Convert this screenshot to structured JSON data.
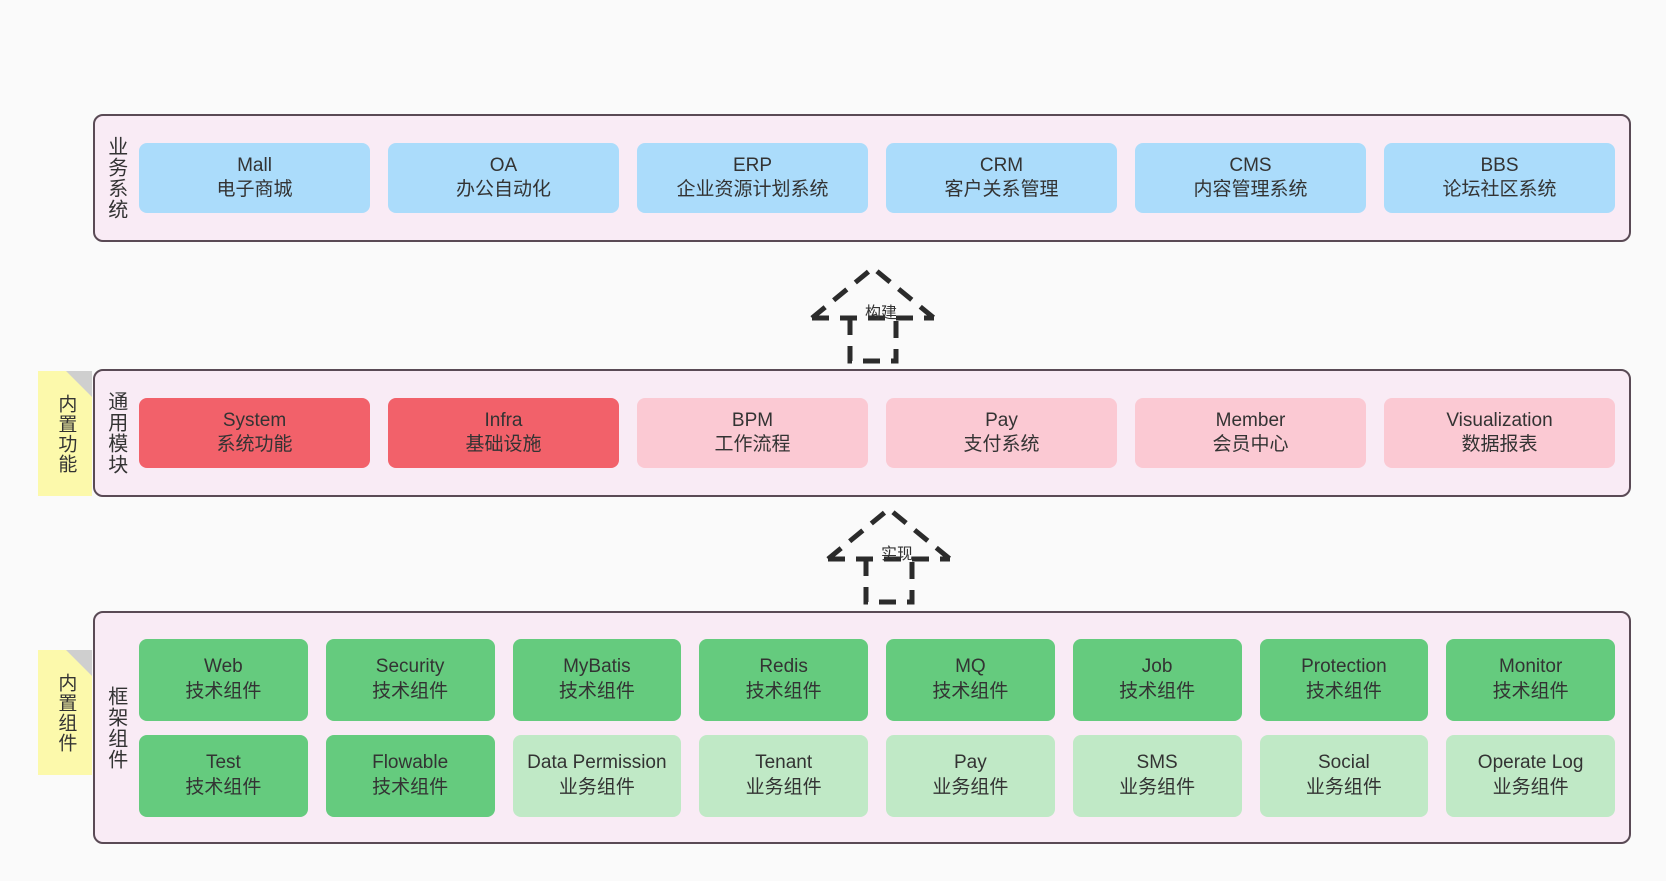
{
  "diagram": {
    "background_color": "#fafafa",
    "panel_color": "#f9ebf5",
    "panel_border_color": "#5a4a55",
    "note_color": "#fcf9ab"
  },
  "notes": [
    {
      "id": "builtin-functions",
      "label": "内置功能"
    },
    {
      "id": "builtin-components",
      "label": "内置组件"
    }
  ],
  "arrows": [
    {
      "id": "build",
      "label": "构建",
      "style": "dashed-generalization",
      "direction": "up"
    },
    {
      "id": "implement",
      "label": "实现",
      "style": "dashed-generalization",
      "direction": "up"
    }
  ],
  "layers": [
    {
      "id": "business-system",
      "title": "业务系统",
      "rows": [
        {
          "cards": [
            {
              "en": "Mall",
              "cn": "电子商城",
              "color": "#abdcfb",
              "variant": "blue"
            },
            {
              "en": "OA",
              "cn": "办公自动化",
              "color": "#abdcfb",
              "variant": "blue"
            },
            {
              "en": "ERP",
              "cn": "企业资源计划系统",
              "color": "#abdcfb",
              "variant": "blue"
            },
            {
              "en": "CRM",
              "cn": "客户关系管理",
              "color": "#abdcfb",
              "variant": "blue"
            },
            {
              "en": "CMS",
              "cn": "内容管理系统",
              "color": "#abdcfb",
              "variant": "blue"
            },
            {
              "en": "BBS",
              "cn": "论坛社区系统",
              "color": "#abdcfb",
              "variant": "blue"
            }
          ]
        }
      ]
    },
    {
      "id": "common-module",
      "title": "通用模块",
      "rows": [
        {
          "cards": [
            {
              "en": "System",
              "cn": "系统功能",
              "color": "#f2616a",
              "variant": "red"
            },
            {
              "en": "Infra",
              "cn": "基础设施",
              "color": "#f2616a",
              "variant": "red"
            },
            {
              "en": "BPM",
              "cn": "工作流程",
              "color": "#fbc9d3",
              "variant": "pink"
            },
            {
              "en": "Pay",
              "cn": "支付系统",
              "color": "#fbc9d3",
              "variant": "pink"
            },
            {
              "en": "Member",
              "cn": "会员中心",
              "color": "#fbc9d3",
              "variant": "pink"
            },
            {
              "en": "Visualization",
              "cn": "数据报表",
              "color": "#fbc9d3",
              "variant": "pink"
            }
          ]
        }
      ]
    },
    {
      "id": "framework-component",
      "title": "框架组件",
      "rows": [
        {
          "cards": [
            {
              "en": "Web",
              "cn": "技术组件",
              "color": "#65cb7e",
              "variant": "green"
            },
            {
              "en": "Security",
              "cn": "技术组件",
              "color": "#65cb7e",
              "variant": "green"
            },
            {
              "en": "MyBatis",
              "cn": "技术组件",
              "color": "#65cb7e",
              "variant": "green"
            },
            {
              "en": "Redis",
              "cn": "技术组件",
              "color": "#65cb7e",
              "variant": "green"
            },
            {
              "en": "MQ",
              "cn": "技术组件",
              "color": "#65cb7e",
              "variant": "green"
            },
            {
              "en": "Job",
              "cn": "技术组件",
              "color": "#65cb7e",
              "variant": "green"
            },
            {
              "en": "Protection",
              "cn": "技术组件",
              "color": "#65cb7e",
              "variant": "green"
            },
            {
              "en": "Monitor",
              "cn": "技术组件",
              "color": "#65cb7e",
              "variant": "green"
            }
          ]
        },
        {
          "cards": [
            {
              "en": "Test",
              "cn": "技术组件",
              "color": "#65cb7e",
              "variant": "green"
            },
            {
              "en": "Flowable",
              "cn": "技术组件",
              "color": "#65cb7e",
              "variant": "green"
            },
            {
              "en": "Data Permission",
              "cn": "业务组件",
              "color": "#c0e9c6",
              "variant": "lightgreen"
            },
            {
              "en": "Tenant",
              "cn": "业务组件",
              "color": "#c0e9c6",
              "variant": "lightgreen"
            },
            {
              "en": "Pay",
              "cn": "业务组件",
              "color": "#c0e9c6",
              "variant": "lightgreen"
            },
            {
              "en": "SMS",
              "cn": "业务组件",
              "color": "#c0e9c6",
              "variant": "lightgreen"
            },
            {
              "en": "Social",
              "cn": "业务组件",
              "color": "#c0e9c6",
              "variant": "lightgreen"
            },
            {
              "en": "Operate Log",
              "cn": "业务组件",
              "color": "#c0e9c6",
              "variant": "lightgreen"
            }
          ]
        }
      ]
    }
  ]
}
